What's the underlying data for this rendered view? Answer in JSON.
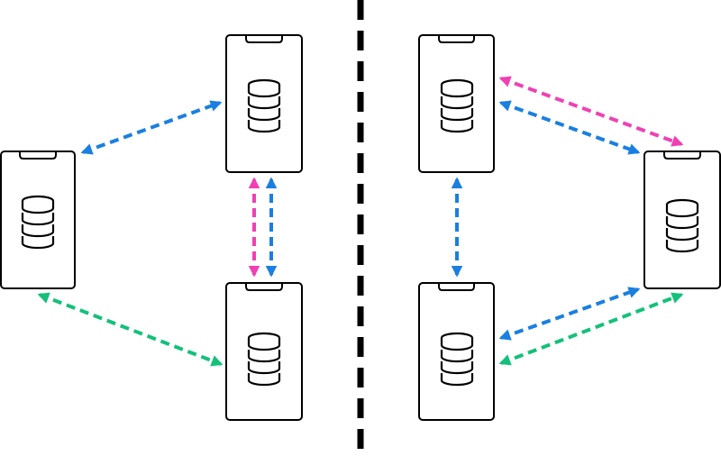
{
  "diagram": {
    "left_network": {
      "devices": [
        {
          "id": "phone-left-top",
          "icon": "database-icon"
        },
        {
          "id": "phone-left-side",
          "icon": "database-icon"
        },
        {
          "id": "phone-left-bottom",
          "icon": "database-icon"
        }
      ],
      "links": [
        {
          "from": "phone-left-side",
          "to": "phone-left-top",
          "color": "blue"
        },
        {
          "from": "phone-left-top",
          "to": "phone-left-bottom",
          "color": "pink"
        },
        {
          "from": "phone-left-top",
          "to": "phone-left-bottom",
          "color": "blue"
        },
        {
          "from": "phone-left-side",
          "to": "phone-left-bottom",
          "color": "green"
        }
      ]
    },
    "right_network": {
      "devices": [
        {
          "id": "phone-right-top",
          "icon": "database-icon"
        },
        {
          "id": "phone-right-side",
          "icon": "database-icon"
        },
        {
          "id": "phone-right-bottom",
          "icon": "database-icon"
        }
      ],
      "links": [
        {
          "from": "phone-right-top",
          "to": "phone-right-side",
          "color": "pink"
        },
        {
          "from": "phone-right-top",
          "to": "phone-right-side",
          "color": "blue"
        },
        {
          "from": "phone-right-top",
          "to": "phone-right-bottom",
          "color": "blue"
        },
        {
          "from": "phone-right-bottom",
          "to": "phone-right-side",
          "color": "blue"
        },
        {
          "from": "phone-right-bottom",
          "to": "phone-right-side",
          "color": "green"
        }
      ]
    },
    "separator": "dashed-vertical-divider",
    "colors": {
      "blue": "#1a7fe0",
      "pink": "#f040b4",
      "green": "#14c07a",
      "outline": "#000000"
    }
  }
}
